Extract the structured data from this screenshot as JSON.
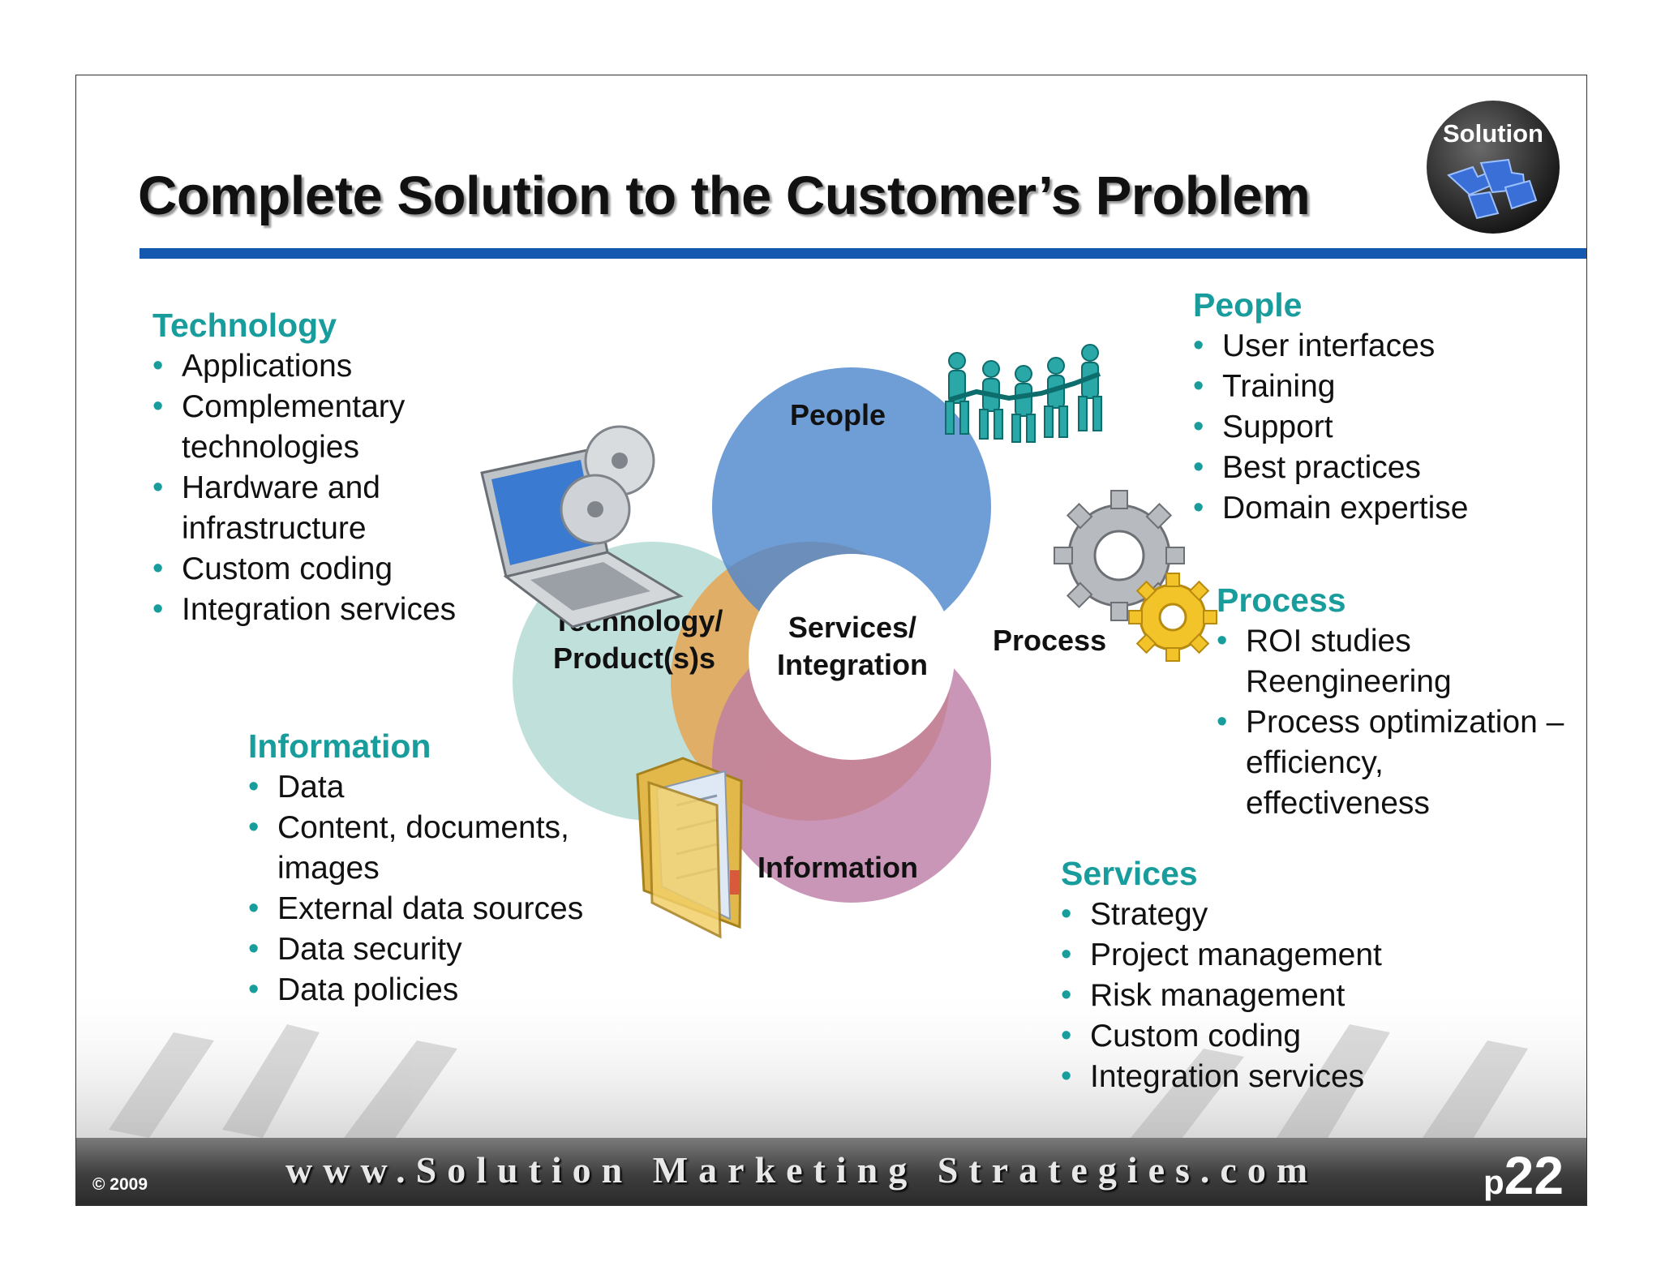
{
  "header": {
    "title": "Complete Solution to the Customer’s Problem",
    "badge": "Solution"
  },
  "diagram": {
    "center_line1": "Services/",
    "center_line2": "Integration",
    "people": "People",
    "technology_line1": "Technology/",
    "technology_line2": "Product(s)s",
    "process": "Process",
    "information": "Information"
  },
  "sections": {
    "technology": {
      "heading": "Technology",
      "items": [
        "Applications",
        "Complementary",
        "technologies",
        "Hardware and",
        "infrastructure",
        "Custom coding",
        "Integration services"
      ]
    },
    "people": {
      "heading": "People",
      "items": [
        "User interfaces",
        "Training",
        "Support",
        "Best practices",
        "Domain expertise"
      ]
    },
    "process": {
      "heading": "Process",
      "items": [
        "ROI studies",
        "Reengineering",
        "Process optimization –",
        "efficiency,",
        "effectiveness"
      ]
    },
    "information": {
      "heading": "Information",
      "items": [
        "Data",
        "Content, documents,",
        "images",
        "External data sources",
        "Data security",
        "Data policies"
      ]
    },
    "services": {
      "heading": "Services",
      "items": [
        "Strategy",
        "Project management",
        "Risk management",
        "Custom coding",
        "Integration services"
      ]
    }
  },
  "footer": {
    "copyright": "© 2009",
    "url": "www.Solution Marketing Strategies.com",
    "page_prefix": "p",
    "page_number": "22"
  },
  "colors": {
    "accent": "#189c9c",
    "rule": "#1558b0",
    "people_circle": "#4f87cc",
    "technology_circle": "#b9ddd8",
    "process_circle": "#e3a95a",
    "information_circle": "#bd7ca6"
  },
  "icons": [
    "solution-puzzle-icon",
    "people-chain-icon",
    "laptop-icon",
    "cd-icon",
    "gear-icon",
    "folder-icon"
  ]
}
